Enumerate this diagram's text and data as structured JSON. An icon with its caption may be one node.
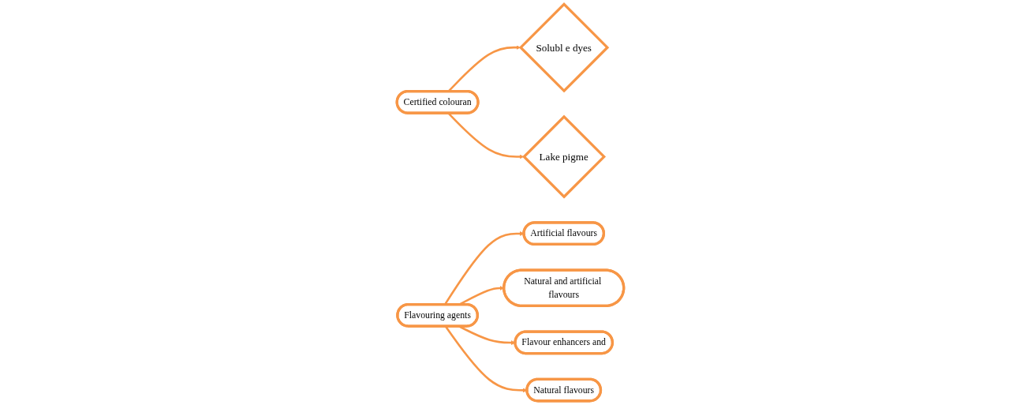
{
  "diagram": {
    "nodes": [
      {
        "text": [
          "Certified colouran"
        ]
      },
      {
        "text": [
          "Solubl e dyes"
        ]
      },
      {
        "text": [
          "Lake pigme"
        ]
      },
      {
        "text": [
          "Artificial flavours"
        ]
      },
      {
        "text": [
          "Natural and artificial flavours"
        ]
      },
      {
        "text": [
          "Flavouring agents"
        ]
      },
      {
        "text": [
          "Flavour enhancers and"
        ]
      },
      {
        "text": [
          "Natural flavours"
        ]
      }
    ],
    "edges": [
      {
        "from": 0,
        "to": 1,
        "arrow": "to"
      },
      {
        "from": 0,
        "to": 2,
        "arrow": "to"
      },
      {
        "from": 5,
        "to": 3,
        "arrow": "to"
      },
      {
        "from": 5,
        "to": 4,
        "arrow": "to"
      },
      {
        "from": 5,
        "to": 6,
        "arrow": "to"
      },
      {
        "from": 5,
        "to": 7,
        "arrow": "to"
      }
    ]
  }
}
